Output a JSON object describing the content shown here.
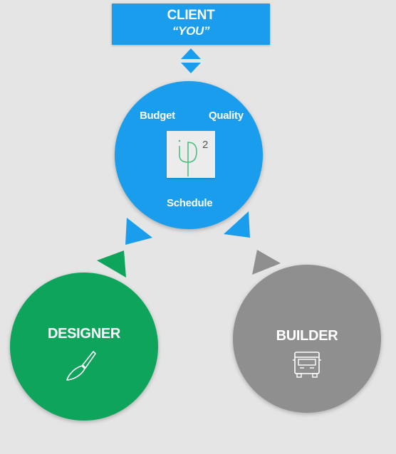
{
  "client": {
    "title": "CLIENT",
    "subtitle": "“YOU”"
  },
  "center": {
    "label_budget": "Budget",
    "label_quality": "Quality",
    "label_schedule": "Schedule",
    "logo_superscript": "2"
  },
  "designer": {
    "label": "DESIGNER",
    "icon": "paintbrush-icon"
  },
  "builder": {
    "label": "BUILDER",
    "icon": "truck-icon"
  },
  "colors": {
    "blue": "#1a9ded",
    "green": "#0ea45b",
    "gray": "#8f8f8f",
    "logo_stroke": "#4cc07e"
  }
}
